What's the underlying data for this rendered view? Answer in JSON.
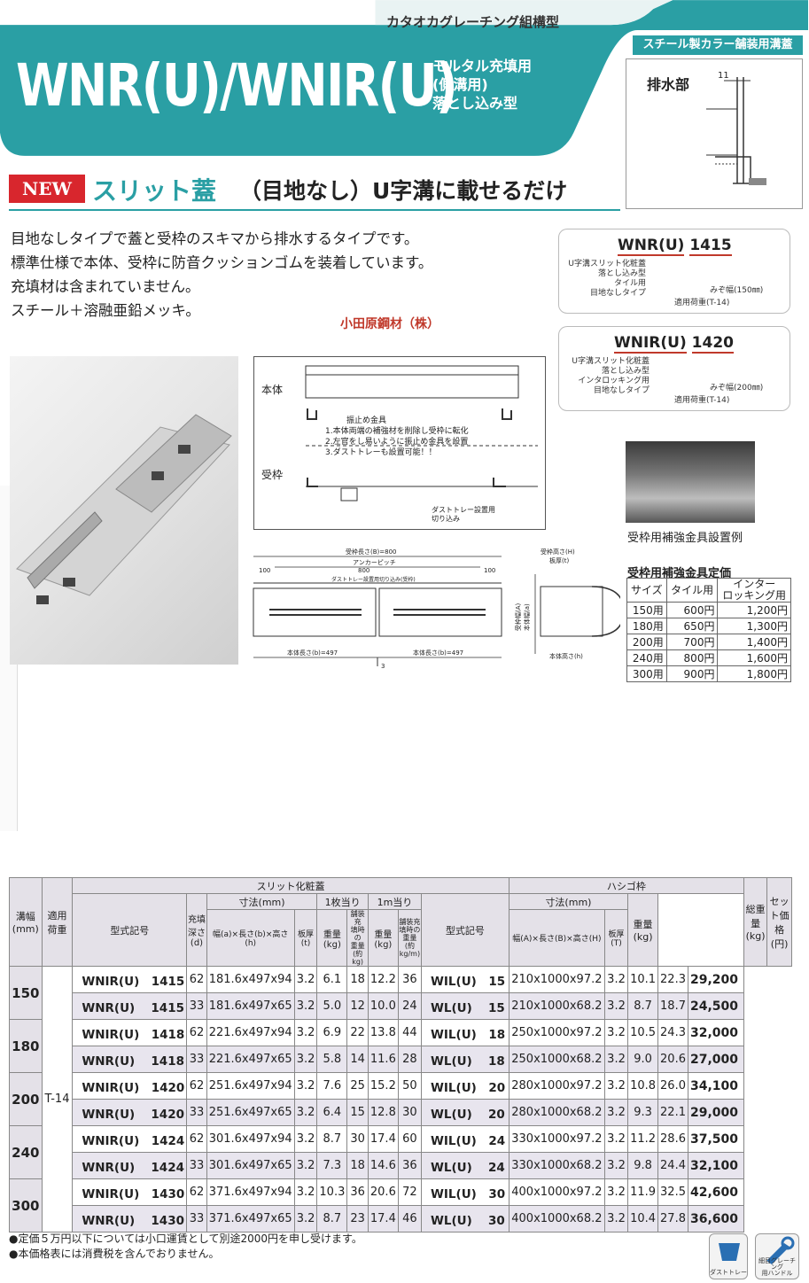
{
  "header": {
    "category": "カタオカグレーチング組構型",
    "title": "WNR(U)/WNIR(U)",
    "subtitle_lines": [
      "モルタル充填用",
      "(側溝用)",
      "落とし込み型"
    ],
    "tag": "スチール製カラー舗装用溝蓋",
    "drain_label": "排水部",
    "drain_dim": "11",
    "teal_color": "#2a9fa4"
  },
  "headline": {
    "new_badge": "NEW",
    "main": "スリット蓋",
    "rest": "（目地なし）U字溝に載せるだけ"
  },
  "description": [
    "目地なしタイプで蓋と受枠のスキマから排水するタイプです。",
    "標準仕様で本体、受枠に防音クッションゴムを装着しています。",
    "充填材は含まれていません。",
    "スチール＋溶融亜鉛メッキ。"
  ],
  "maker": "小田原鋼材（株）",
  "code1": {
    "model": "WNR(U)",
    "num": "1415",
    "desc": [
      "U字溝スリット化粧蓋",
      "落とし込み型",
      "タイル用",
      "目地なしタイプ"
    ],
    "width_note": "みぞ幅(150㎜)",
    "load_note": "適用荷重(T-14)"
  },
  "code2": {
    "model": "WNIR(U)",
    "num": "1420",
    "desc": [
      "U字溝スリット化粧蓋",
      "落とし込み型",
      "インタロッキング用",
      "目地なしタイプ"
    ],
    "width_note": "みぞ幅(200㎜)",
    "load_note": "適用荷重(T-14)"
  },
  "diagram1": {
    "label_body": "本体",
    "label_frame": "受枠",
    "label_clamp": "振止め金具",
    "notes": [
      "1.本体両端の補強材を削除し受枠に転化",
      "2.左官をし易いように振止め金具を設置",
      "3.ダストトレーも設置可能！！"
    ],
    "dust_note_1": "ダストトレー設置用",
    "dust_note_2": "切り込み"
  },
  "diagram2": {
    "frame_len": "受枠長さ(B)=800",
    "anchor_pitch": "アンカーピッチ",
    "pitch_val": "800",
    "left_100": "100",
    "right_100": "100",
    "dust_cut": "ダストトレー設置用切り込み(受枠)",
    "body_len_left": "本体長さ(b)=497",
    "body_len_right": "本体長さ(b)=497",
    "gap": "3",
    "side_frame_h": "受枠高さ(H)",
    "side_plate": "板厚(t)",
    "side_body_h": "本体高さ(h)",
    "side_frame_w": "受枠幅(A)",
    "side_body_w": "本体幅(a)"
  },
  "reinforce": {
    "photo_label": "受枠用補強金具設置例",
    "title": "受枠用補強金具定価",
    "headers": [
      "サイズ",
      "タイル用",
      "インター\nロッキング用"
    ],
    "rows": [
      [
        "150用",
        "600円",
        "1,200円"
      ],
      [
        "180用",
        "650円",
        "1,300円"
      ],
      [
        "200用",
        "700円",
        "1,400円"
      ],
      [
        "240用",
        "800円",
        "1,600円"
      ],
      [
        "300用",
        "900円",
        "1,800円"
      ]
    ]
  },
  "main_table": {
    "h_width": "溝幅\n(mm)",
    "h_load": "適用\n荷重",
    "h_slit": "スリット化粧蓋",
    "h_model": "型式記号",
    "h_depth": "充填\n深さ\n(d)",
    "h_dim": "寸法(mm)",
    "h_dim_sub": "幅(a)×長さ(b)×高さ(h)",
    "h_plate": "板厚(t)",
    "h_per_one": "1枚当り",
    "h_per_m": "1m当り",
    "h_weight": "重量\n(kg)",
    "h_paved": "舗装充\n填時の\n重量\n(約kg)",
    "h_weight_m": "重量\n(kg)",
    "h_paved_m": "舗装充\n填時の\n重量\n(約kg/m)",
    "h_ladder": "ハシゴ枠",
    "h_model2": "型式記号",
    "h_dim2": "寸法(mm)",
    "h_dim2_sub": "幅(A)×長さ(B)×高さ(H)",
    "h_plate2": "板厚(T)",
    "h_weight2": "重量\n(kg)",
    "h_total": "総重量\n(kg)",
    "h_price": "セット価格\n(円)",
    "load_value": "T-14",
    "groups": [
      {
        "width": "150",
        "rows": [
          [
            "WNIR(U)　1415",
            "62",
            "181.6x497x94",
            "3.2",
            "6.1",
            "18",
            "12.2",
            "36",
            "WIL(U)　15",
            "210x1000x97.2",
            "3.2",
            "10.1",
            "22.3",
            "29,200"
          ],
          [
            "WNR(U)　 1415",
            "33",
            "181.6x497x65",
            "3.2",
            "5.0",
            "12",
            "10.0",
            "24",
            "WL(U)　 15",
            "210x1000x68.2",
            "3.2",
            "8.7",
            "18.7",
            "24,500"
          ]
        ]
      },
      {
        "width": "180",
        "rows": [
          [
            "WNIR(U)　1418",
            "62",
            "221.6x497x94",
            "3.2",
            "6.9",
            "22",
            "13.8",
            "44",
            "WIL(U)　18",
            "250x1000x97.2",
            "3.2",
            "10.5",
            "24.3",
            "32,000"
          ],
          [
            "WNR(U)　 1418",
            "33",
            "221.6x497x65",
            "3.2",
            "5.8",
            "14",
            "11.6",
            "28",
            "WL(U)　 18",
            "250x1000x68.2",
            "3.2",
            "9.0",
            "20.6",
            "27,000"
          ]
        ]
      },
      {
        "width": "200",
        "rows": [
          [
            "WNIR(U)　1420",
            "62",
            "251.6x497x94",
            "3.2",
            "7.6",
            "25",
            "15.2",
            "50",
            "WIL(U)　20",
            "280x1000x97.2",
            "3.2",
            "10.8",
            "26.0",
            "34,100"
          ],
          [
            "WNR(U)　 1420",
            "33",
            "251.6x497x65",
            "3.2",
            "6.4",
            "15",
            "12.8",
            "30",
            "WL(U)　 20",
            "280x1000x68.2",
            "3.2",
            "9.3",
            "22.1",
            "29,000"
          ]
        ]
      },
      {
        "width": "240",
        "rows": [
          [
            "WNIR(U)　1424",
            "62",
            "301.6x497x94",
            "3.2",
            "8.7",
            "30",
            "17.4",
            "60",
            "WIL(U)　24",
            "330x1000x97.2",
            "3.2",
            "11.2",
            "28.6",
            "37,500"
          ],
          [
            "WNR(U)　 1424",
            "33",
            "301.6x497x65",
            "3.2",
            "7.3",
            "18",
            "14.6",
            "36",
            "WL(U)　 24",
            "330x1000x68.2",
            "3.2",
            "9.8",
            "24.4",
            "32,100"
          ]
        ]
      },
      {
        "width": "300",
        "rows": [
          [
            "WNIR(U)　1430",
            "62",
            "371.6x497x94",
            "3.2",
            "10.3",
            "36",
            "20.6",
            "72",
            "WIL(U)　30",
            "400x1000x97.2",
            "3.2",
            "11.9",
            "32.5",
            "42,600"
          ],
          [
            "WNR(U)　 1430",
            "33",
            "371.6x497x65",
            "3.2",
            "8.7",
            "23",
            "17.4",
            "46",
            "WL(U)　 30",
            "400x1000x68.2",
            "3.2",
            "10.4",
            "27.8",
            "36,600"
          ]
        ]
      }
    ]
  },
  "notes": [
    "●定価５万円以下については小口運賃として別途2000円を申し受けます。",
    "●本価格表には消費税を含んでおりません。"
  ],
  "icons": {
    "dust": "ダストトレー",
    "handle": "細目グレーチング\n用ハンドル"
  }
}
